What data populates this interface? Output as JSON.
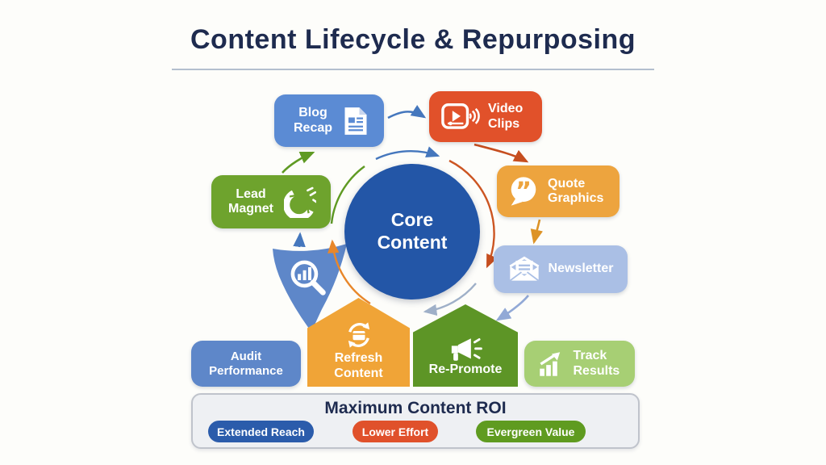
{
  "header": {
    "title": "Content Lifecycle & Repurposing"
  },
  "core": {
    "label": "Core Content",
    "color": "#2356a7"
  },
  "nodes": {
    "blog_recap": {
      "label": "Blog Recap",
      "color": "#5b8bd4",
      "icon": "document-icon"
    },
    "video_clips": {
      "label": "Video Clips",
      "color": "#e1512a",
      "icon": "video-player-icon"
    },
    "quote_graphics": {
      "label": "Quote Graphics",
      "color": "#eda43e",
      "icon": "quote-bubble-icon"
    },
    "newsletter": {
      "label": "Newsletter",
      "color": "#aabfe5",
      "icon": "envelope-icon"
    },
    "track_results": {
      "label": "Track Results",
      "color": "#a7cf74",
      "icon": "growth-chart-icon"
    },
    "re_promote": {
      "label": "Re-Promote",
      "color": "#5d9526",
      "icon": "megaphone-icon"
    },
    "refresh_content": {
      "label": "Refresh Content",
      "color": "#f0a437",
      "icon": "refresh-icon"
    },
    "audit_performance": {
      "label": "Audit Performance",
      "color": "#5e87c9",
      "icon": "magnifier-chart-icon"
    },
    "lead_magnet": {
      "label": "Lead Magnet",
      "color": "#6ea32d",
      "icon": "magnet-icon"
    }
  },
  "banner": {
    "title": "Maximum Content ROI",
    "badges": [
      {
        "label": "Extended Reach",
        "color": "#2b5cab"
      },
      {
        "label": "Lower Effort",
        "color": "#e0512b"
      },
      {
        "label": "Evergreen Value",
        "color": "#5f9b20"
      }
    ]
  },
  "colors": {
    "background": "#fdfdfa",
    "title_text": "#1e2b4f",
    "arrow_blue": "#4577bd",
    "arrow_red": "#c64e1f",
    "arrow_orange": "#dd9326",
    "arrow_light_blue": "#92a9d6",
    "arrow_green": "#5f9a23",
    "arrow_gray": "#9fb0c8"
  }
}
